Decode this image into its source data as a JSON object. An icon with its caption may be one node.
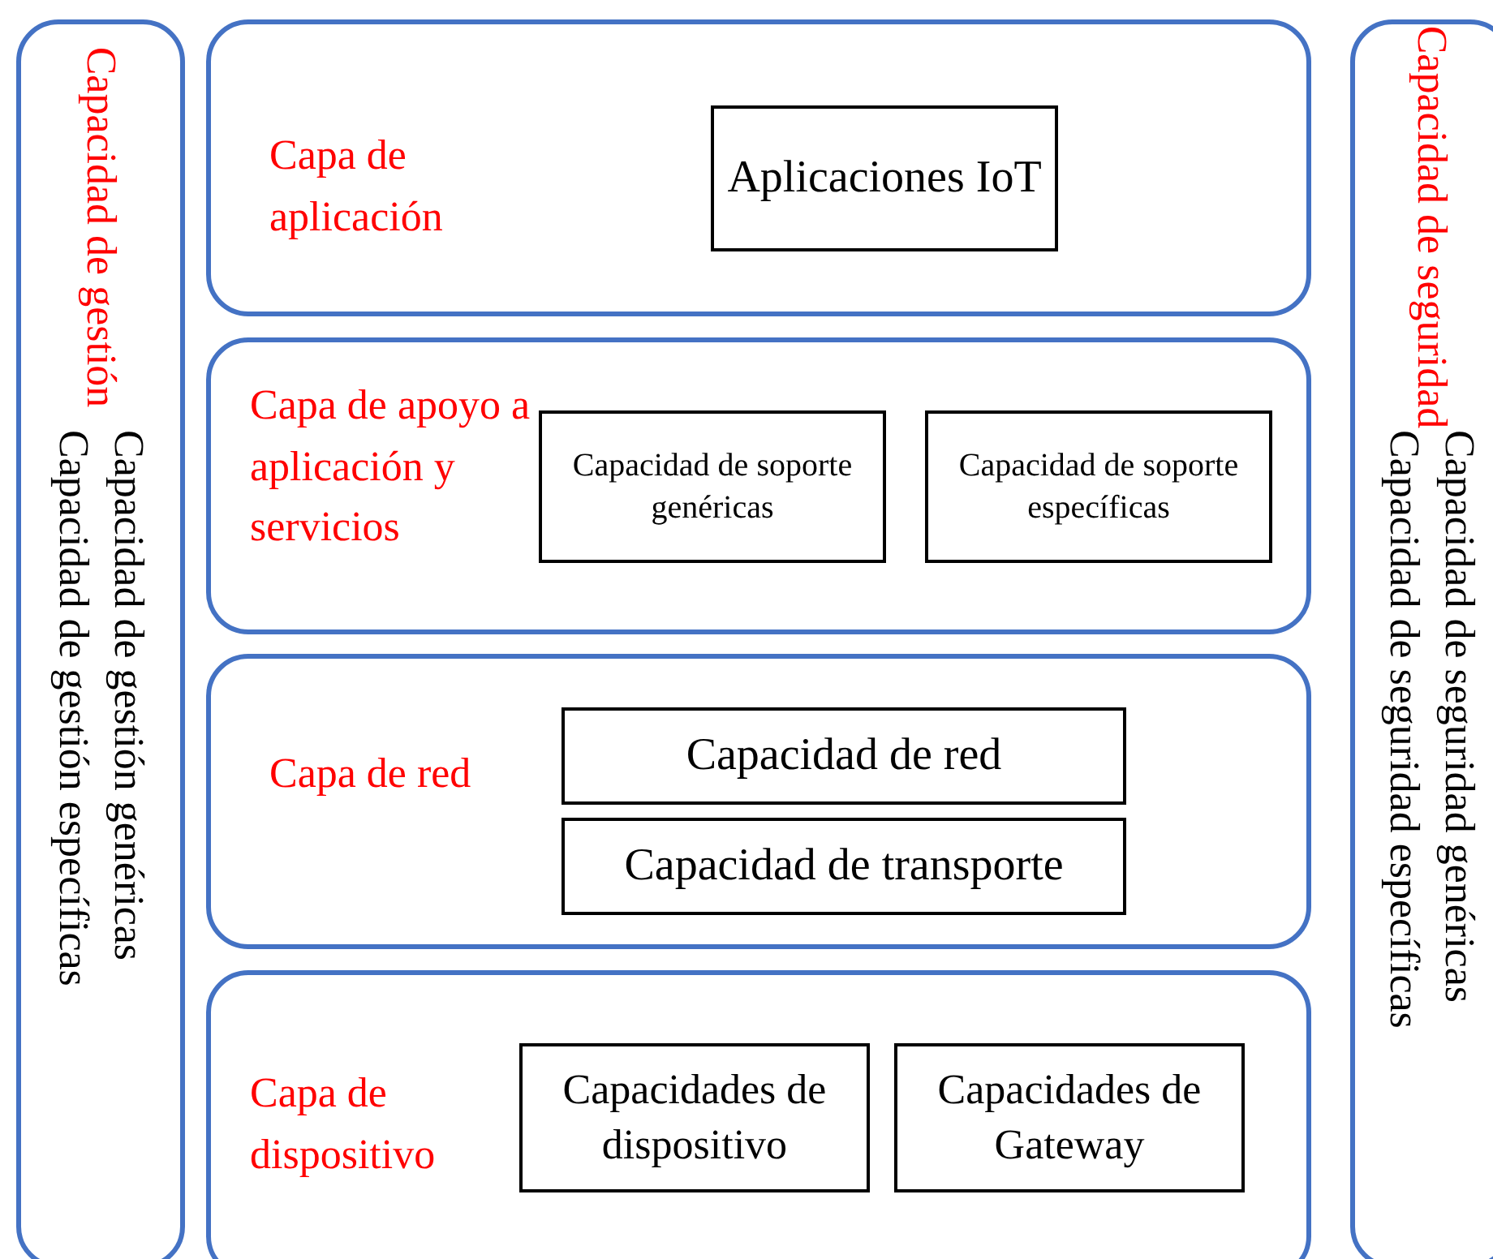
{
  "diagram": {
    "nodes": [
      {
        "text": [
          "Capacidad de gestión",
          "Capacidad de gestión genéricas",
          "Capacidad de gestión específicas"
        ]
      },
      {
        "text": [
          "Capa de aplicación"
        ]
      },
      {
        "text": [
          "Aplicaciones IoT"
        ],
        "in": 1
      },
      {
        "text": [
          "Capa de apoyo a aplicación y servicios"
        ]
      },
      {
        "text": [
          "Capacidad de soporte genéricas"
        ],
        "in": 3
      },
      {
        "text": [
          "Capacidad de soporte específicas"
        ],
        "in": 3
      },
      {
        "text": [
          "Capa de red"
        ]
      },
      {
        "text": [
          "Capacidad de red"
        ],
        "in": 6
      },
      {
        "text": [
          "Capacidad de transporte"
        ],
        "in": 6
      },
      {
        "text": [
          "Capa de dispositivo"
        ]
      },
      {
        "text": [
          "Capacidades de dispositivo"
        ],
        "in": 9
      },
      {
        "text": [
          "Capacidades de Gateway"
        ],
        "in": 9
      },
      {
        "text": [
          "Capacidad de seguridad",
          "Capacidad de seguridad genéricas",
          "Capacidad de seguridad específicas"
        ]
      }
    ]
  }
}
